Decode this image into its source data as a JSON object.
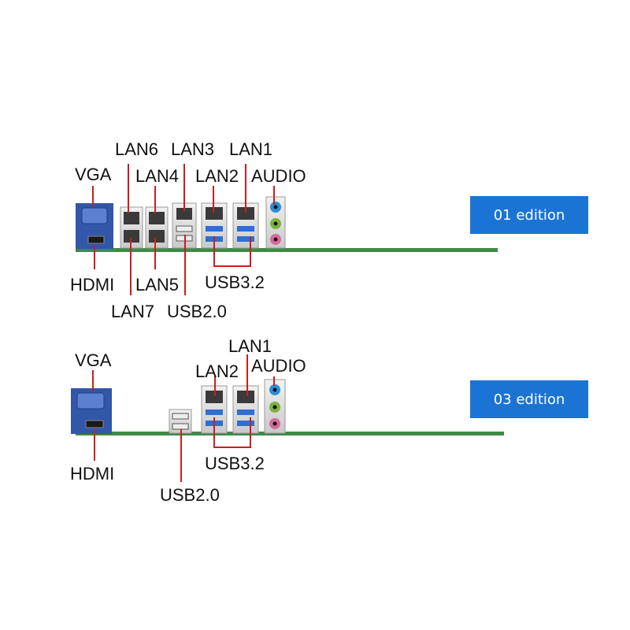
{
  "colors": {
    "callout_line": "#cc1e1e",
    "badge_bg": "#1b74d3",
    "badge_text": "#ffffff",
    "pcb_green": "#3f8a46",
    "vga_blue": "#3256a8",
    "usb3_blue": "#2f6fd0",
    "audio_blue": "#2a8fd6",
    "audio_green": "#7fb23b",
    "audio_pink": "#d86a9c",
    "metal": "#d9d9d9",
    "label_text": "#111111"
  },
  "edition_01": {
    "badge": "01 edition",
    "labels": {
      "vga": "VGA",
      "hdmi": "HDMI",
      "lan6": "LAN6",
      "lan4": "LAN4",
      "lan7": "LAN7",
      "lan5": "LAN5",
      "lan3": "LAN3",
      "usb20": "USB2.0",
      "lan2": "LAN2",
      "lan1": "LAN1",
      "usb32": "USB3.2",
      "audio": "AUDIO"
    }
  },
  "edition_03": {
    "badge": "03 edition",
    "labels": {
      "vga": "VGA",
      "hdmi": "HDMI",
      "usb20": "USB2.0",
      "lan2": "LAN2",
      "lan1": "LAN1",
      "usb32": "USB3.2",
      "audio": "AUDIO"
    }
  }
}
